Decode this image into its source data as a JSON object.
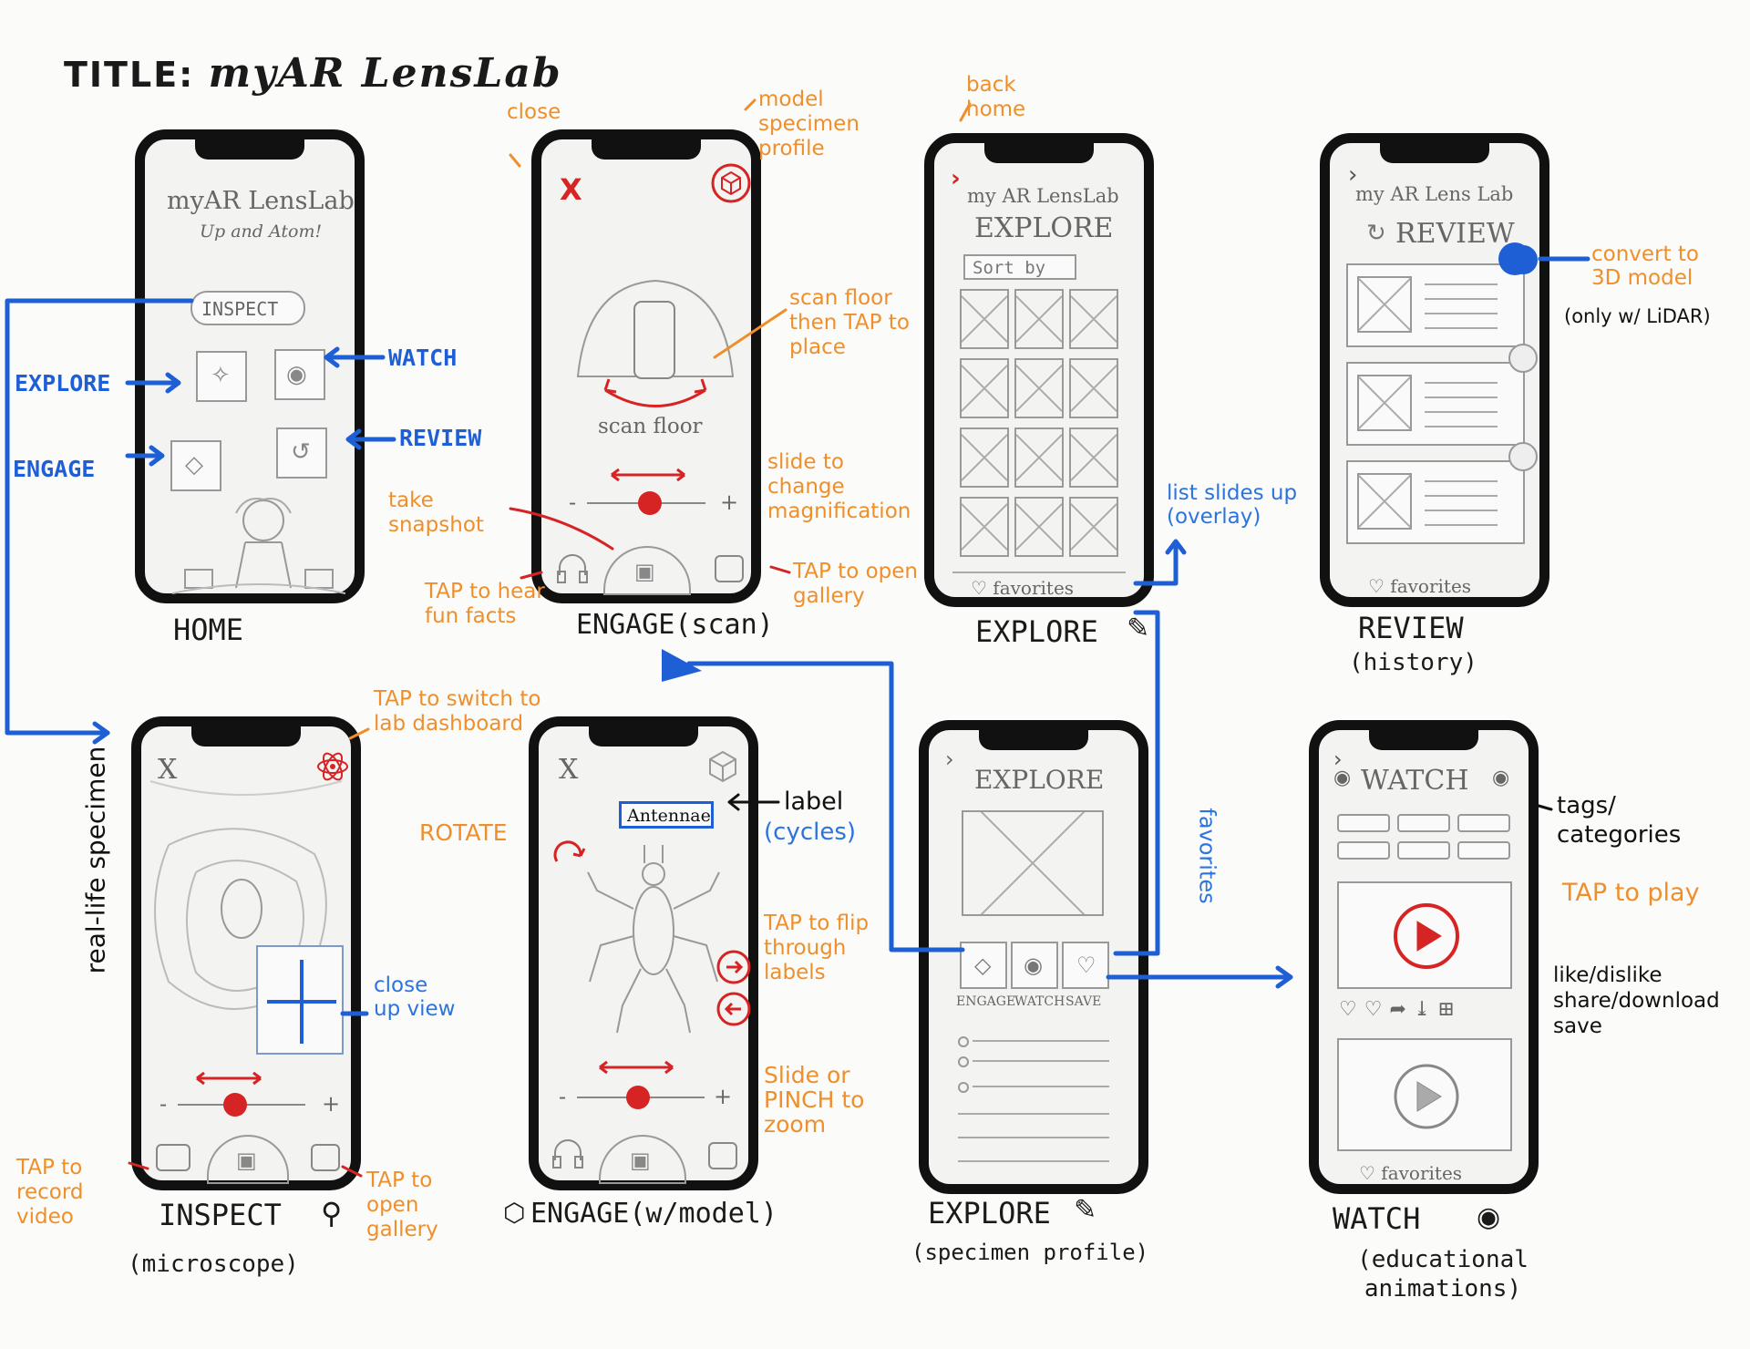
{
  "title_label": "TITLE:",
  "title": "myAR LensLab",
  "colors": {
    "blue": "#1e5fd6",
    "orange": "#ef8f2c",
    "red": "#d62424",
    "pencil": "#999999"
  },
  "screens": {
    "home": {
      "caption": "HOME",
      "app_name": "myAR LensLab",
      "tagline": "Up and Atom!",
      "inspect_button": "INSPECT"
    },
    "engage_scan": {
      "caption": "ENGAGE(scan)",
      "close": "X",
      "scan_label": "scan floor",
      "minus": "-",
      "plus": "+"
    },
    "explore": {
      "caption": "EXPLORE",
      "app_name": "my AR LensLab",
      "heading": "EXPLORE",
      "sort": "Sort by",
      "favorites": "♡ favorites"
    },
    "review": {
      "caption": "REVIEW",
      "subcaption": "(history)",
      "app_name": "my AR Lens Lab",
      "heading": "REVIEW",
      "favorites": "♡ favorites"
    },
    "inspect": {
      "caption": "INSPECT",
      "subcaption": "(microscope)",
      "close": "X",
      "minus": "-",
      "plus": "+"
    },
    "engage_model": {
      "caption": "ENGAGE(w/model)",
      "close": "X",
      "label_tag": "Antennae",
      "minus": "-",
      "plus": "+"
    },
    "explore_profile": {
      "caption": "EXPLORE",
      "subcaption": "(specimen profile)",
      "heading": "EXPLORE",
      "buttons": [
        "ENGAGE",
        "WATCH",
        "SAVE"
      ]
    },
    "watch": {
      "caption": "WATCH",
      "subcaption": "(educational animations)",
      "heading": "WATCH",
      "favorites": "♡ favorites"
    }
  },
  "annotations": {
    "close": "close",
    "model_profile": "model specimen profile",
    "back_home": "back home",
    "scan_floor_place": "scan floor then TAP to place",
    "slide_magnification": "slide to change magnification",
    "take_snapshot": "take snapshot",
    "tap_fun_facts": "TAP to hear fun facts",
    "tap_gallery_1": "TAP to open gallery",
    "list_slides_up": "list slides up (overlay)",
    "convert_3d": "convert to 3D model",
    "only_lidar": "(only w/ LiDAR)",
    "explore": "EXPLORE",
    "engage": "ENGAGE",
    "watch": "WATCH",
    "review": "REVIEW",
    "tap_switch_lab": "TAP to switch to lab dashboard",
    "real_life_specimen": "real-life specimen",
    "close_up_view": "close up view",
    "tap_record": "TAP to record video",
    "tap_gallery_2": "TAP to open gallery",
    "rotate": "ROTATE",
    "label": "label",
    "cycles": "(cycles)",
    "tap_flip_labels": "TAP to flip through labels",
    "slide_pinch_zoom": "Slide or PINCH to zoom",
    "favorites_vertical": "favorites",
    "tags_categories": "tags/ categories",
    "tap_to_play": "TAP to play",
    "like_dislike": "like/dislike share/download save"
  }
}
